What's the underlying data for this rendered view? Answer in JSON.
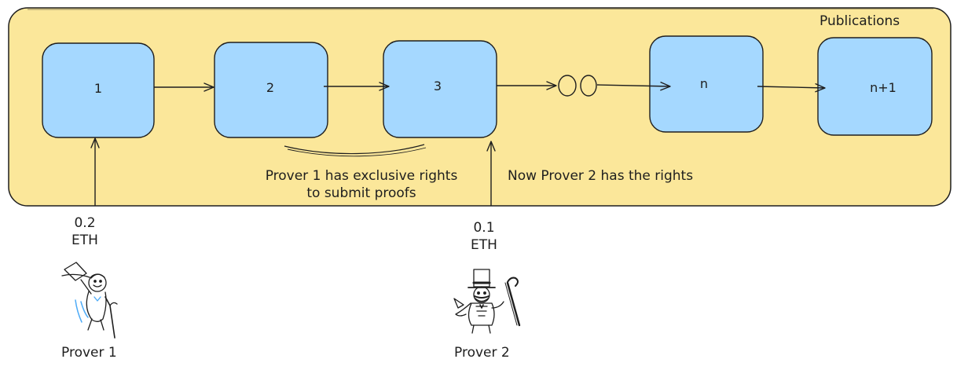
{
  "container": {
    "title": "Publications"
  },
  "publications": [
    {
      "id": "pub-1",
      "label": "1"
    },
    {
      "id": "pub-2",
      "label": "2"
    },
    {
      "id": "pub-3",
      "label": "3"
    },
    {
      "id": "pub-n",
      "label": "n"
    },
    {
      "id": "pub-n-plus-1",
      "label": "n+1"
    }
  ],
  "annotations": {
    "prover1_rights_line1": "Prover 1 has exclusive rights",
    "prover1_rights_line2": "to submit proofs",
    "prover2_rights": "Now Prover 2 has the rights"
  },
  "provers": [
    {
      "name": "Prover 1",
      "bid_amount": "0.2",
      "bid_unit": "ETH",
      "icon": "monopoly-man-waving-hat-icon"
    },
    {
      "name": "Prover 2",
      "bid_amount": "0.1",
      "bid_unit": "ETH",
      "icon": "monopoly-man-with-cane-icon"
    }
  ],
  "colors": {
    "container_fill": "#fbe79a",
    "box_fill": "#a5d8ff",
    "stroke": "#1e1e1e",
    "accent_blue": "#4dabf7"
  }
}
